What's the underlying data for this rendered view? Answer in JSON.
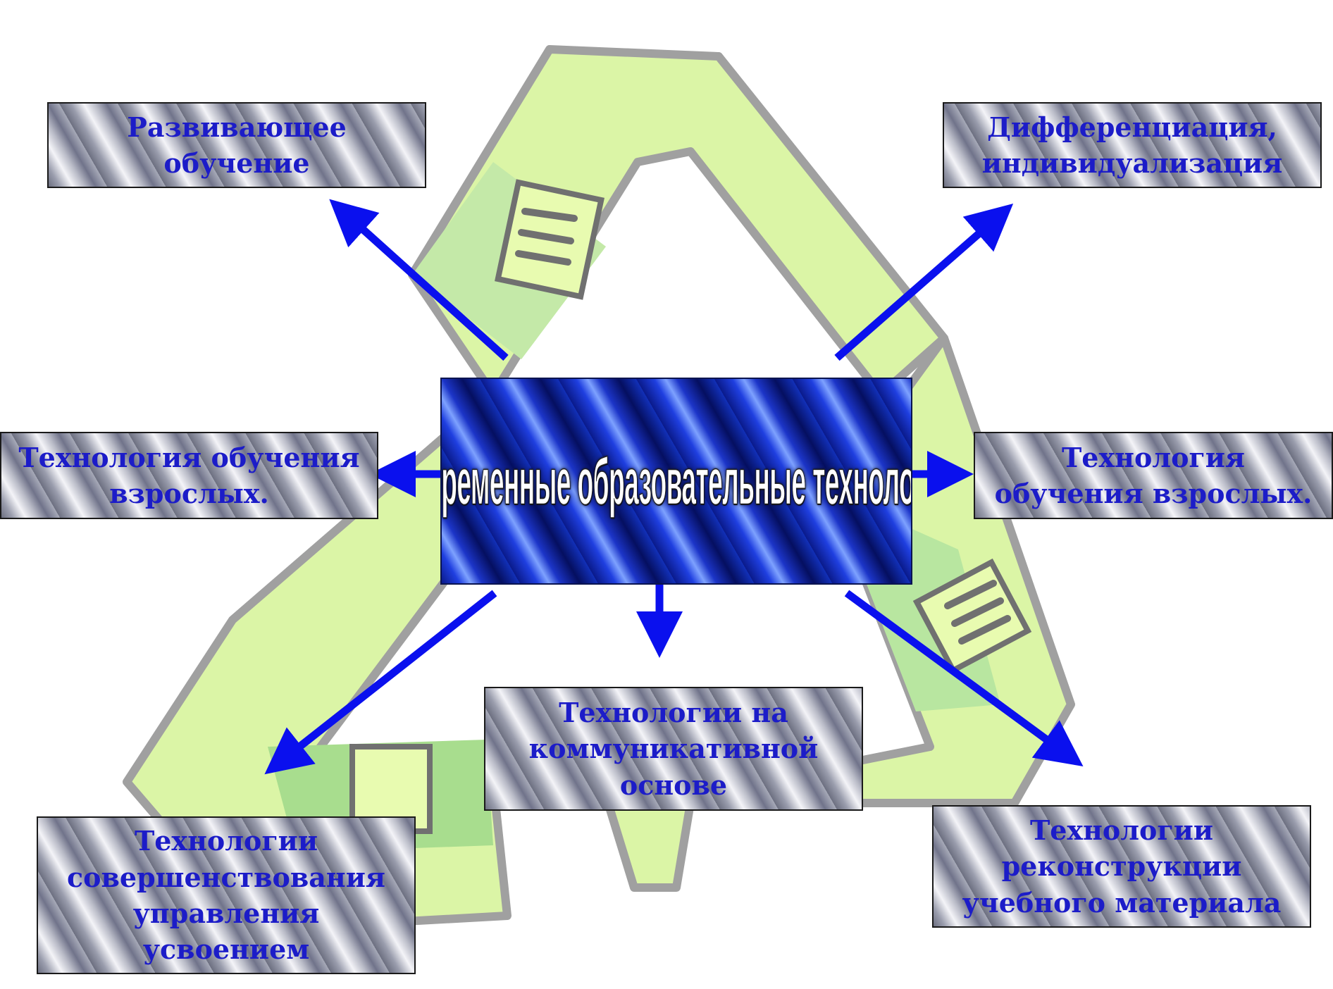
{
  "diagram": {
    "center_title": "современные образовательные технологии",
    "nodes": [
      {
        "id": "top-left",
        "lines": [
          "Развивающее",
          "обучение"
        ]
      },
      {
        "id": "top-right",
        "lines": [
          "Дифференциация,",
          "индивидуализация"
        ]
      },
      {
        "id": "mid-left",
        "lines": [
          "Технология обучения",
          "взрослых."
        ]
      },
      {
        "id": "mid-right",
        "lines": [
          "Технология",
          "обучения взрослых."
        ]
      },
      {
        "id": "bottom-center",
        "lines": [
          "Технологии на",
          "коммуникативной",
          "основе"
        ]
      },
      {
        "id": "bottom-left",
        "lines": [
          "Технологии",
          "совершенствования",
          "управления",
          "усвоением"
        ]
      },
      {
        "id": "bottom-right",
        "lines": [
          "Технологии",
          "реконструкции",
          "учебного материала"
        ]
      }
    ],
    "colors": {
      "arrow": "#0a10ee",
      "node_text": "#1c1cc8",
      "recycle_fill": "#dbf5a6",
      "recycle_outline": "#9a9a9a",
      "recycle_dark": "#a8dd8e"
    }
  }
}
